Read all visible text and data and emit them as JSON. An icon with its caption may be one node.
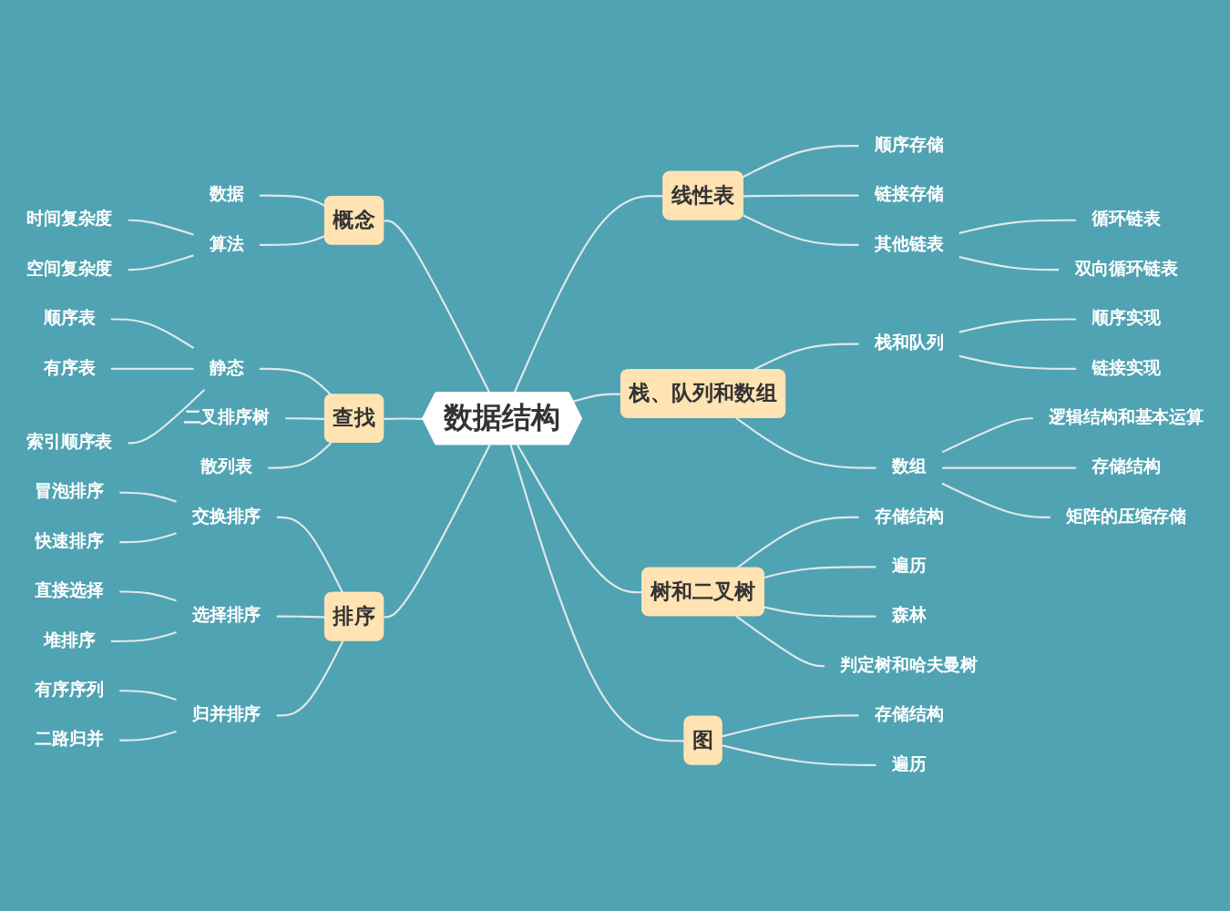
{
  "diagram": {
    "nodes": [
      {
        "text": [
          "数据结构"
        ]
      },
      {
        "text": [
          "概念"
        ]
      },
      {
        "text": [
          "数据"
        ]
      },
      {
        "text": [
          "算法"
        ]
      },
      {
        "text": [
          "时间复杂度"
        ]
      },
      {
        "text": [
          "空间复杂度"
        ]
      },
      {
        "text": [
          "查找"
        ]
      },
      {
        "text": [
          "静态"
        ]
      },
      {
        "text": [
          "顺序表"
        ]
      },
      {
        "text": [
          "有序表"
        ]
      },
      {
        "text": [
          "索引顺序表"
        ]
      },
      {
        "text": [
          "二叉排序树"
        ]
      },
      {
        "text": [
          "散列表"
        ]
      },
      {
        "text": [
          "排序"
        ]
      },
      {
        "text": [
          "交换排序"
        ]
      },
      {
        "text": [
          "冒泡排序"
        ]
      },
      {
        "text": [
          "快速排序"
        ]
      },
      {
        "text": [
          "选择排序"
        ]
      },
      {
        "text": [
          "直接选择"
        ]
      },
      {
        "text": [
          "堆排序"
        ]
      },
      {
        "text": [
          "归并排序"
        ]
      },
      {
        "text": [
          "有序序列"
        ]
      },
      {
        "text": [
          "二路归并"
        ]
      },
      {
        "text": [
          "线性表"
        ]
      },
      {
        "text": [
          "顺序存储"
        ]
      },
      {
        "text": [
          "链接存储"
        ]
      },
      {
        "text": [
          "其他链表"
        ]
      },
      {
        "text": [
          "循环链表"
        ]
      },
      {
        "text": [
          "双向循环链表"
        ]
      },
      {
        "text": [
          "栈、队列和数组"
        ]
      },
      {
        "text": [
          "栈和队列"
        ]
      },
      {
        "text": [
          "顺序实现"
        ]
      },
      {
        "text": [
          "链接实现"
        ]
      },
      {
        "text": [
          "数组"
        ]
      },
      {
        "text": [
          "逻辑结构和基本运算"
        ]
      },
      {
        "text": [
          "存储结构"
        ]
      },
      {
        "text": [
          "矩阵的压缩存储"
        ]
      },
      {
        "text": [
          "树和二叉树"
        ]
      },
      {
        "text": [
          "存储结构"
        ]
      },
      {
        "text": [
          "遍历"
        ]
      },
      {
        "text": [
          "森林"
        ]
      },
      {
        "text": [
          "判定树和哈夫曼树"
        ]
      },
      {
        "text": [
          "图"
        ]
      },
      {
        "text": [
          "存储结构"
        ]
      },
      {
        "text": [
          "遍历"
        ]
      }
    ],
    "edges": [
      {
        "from": 1,
        "to": 0,
        "arrow": "none"
      },
      {
        "from": 2,
        "to": 1,
        "arrow": "none"
      },
      {
        "from": 3,
        "to": 1,
        "arrow": "none"
      },
      {
        "from": 4,
        "to": 3,
        "arrow": "none"
      },
      {
        "from": 5,
        "to": 3,
        "arrow": "none"
      },
      {
        "from": 6,
        "to": 0,
        "arrow": "none"
      },
      {
        "from": 7,
        "to": 6,
        "arrow": "none"
      },
      {
        "from": 8,
        "to": 7,
        "arrow": "none"
      },
      {
        "from": 9,
        "to": 7,
        "arrow": "none"
      },
      {
        "from": 10,
        "to": 7,
        "arrow": "none"
      },
      {
        "from": 11,
        "to": 6,
        "arrow": "none"
      },
      {
        "from": 12,
        "to": 6,
        "arrow": "none"
      },
      {
        "from": 13,
        "to": 0,
        "arrow": "none"
      },
      {
        "from": 14,
        "to": 13,
        "arrow": "none"
      },
      {
        "from": 15,
        "to": 14,
        "arrow": "none"
      },
      {
        "from": 16,
        "to": 14,
        "arrow": "none"
      },
      {
        "from": 17,
        "to": 13,
        "arrow": "none"
      },
      {
        "from": 18,
        "to": 17,
        "arrow": "none"
      },
      {
        "from": 19,
        "to": 17,
        "arrow": "none"
      },
      {
        "from": 20,
        "to": 13,
        "arrow": "none"
      },
      {
        "from": 21,
        "to": 20,
        "arrow": "none"
      },
      {
        "from": 22,
        "to": 20,
        "arrow": "none"
      },
      {
        "from": 0,
        "to": 23,
        "arrow": "none"
      },
      {
        "from": 23,
        "to": 24,
        "arrow": "none"
      },
      {
        "from": 23,
        "to": 25,
        "arrow": "none"
      },
      {
        "from": 23,
        "to": 26,
        "arrow": "none"
      },
      {
        "from": 26,
        "to": 27,
        "arrow": "none"
      },
      {
        "from": 26,
        "to": 28,
        "arrow": "none"
      },
      {
        "from": 0,
        "to": 29,
        "arrow": "none"
      },
      {
        "from": 29,
        "to": 30,
        "arrow": "none"
      },
      {
        "from": 30,
        "to": 31,
        "arrow": "none"
      },
      {
        "from": 30,
        "to": 32,
        "arrow": "none"
      },
      {
        "from": 29,
        "to": 33,
        "arrow": "none"
      },
      {
        "from": 33,
        "to": 34,
        "arrow": "none"
      },
      {
        "from": 33,
        "to": 35,
        "arrow": "none"
      },
      {
        "from": 33,
        "to": 36,
        "arrow": "none"
      },
      {
        "from": 0,
        "to": 37,
        "arrow": "none"
      },
      {
        "from": 37,
        "to": 38,
        "arrow": "none"
      },
      {
        "from": 37,
        "to": 39,
        "arrow": "none"
      },
      {
        "from": 37,
        "to": 40,
        "arrow": "none"
      },
      {
        "from": 37,
        "to": 41,
        "arrow": "none"
      },
      {
        "from": 0,
        "to": 42,
        "arrow": "none"
      },
      {
        "from": 42,
        "to": 43,
        "arrow": "none"
      },
      {
        "from": 42,
        "to": 44,
        "arrow": "none"
      }
    ]
  }
}
